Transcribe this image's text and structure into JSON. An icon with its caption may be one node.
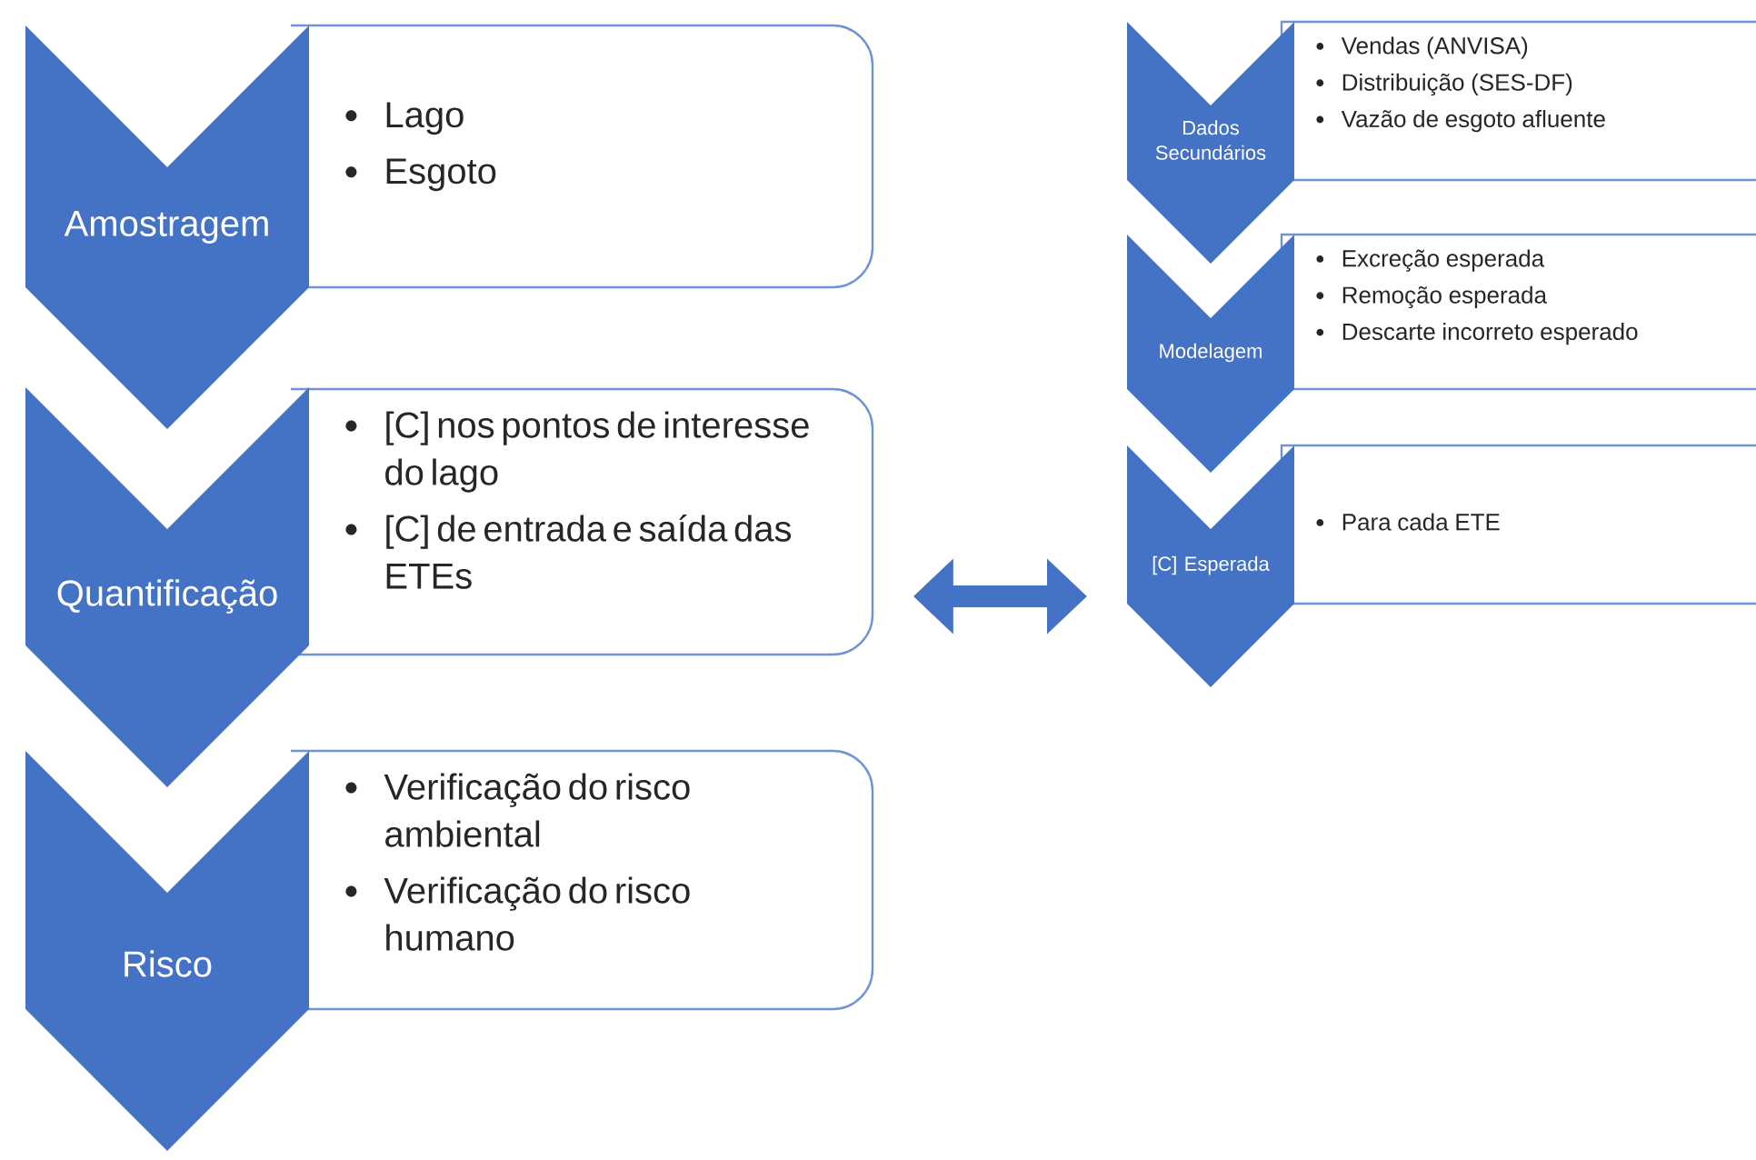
{
  "diagram": {
    "nodes": [
      {
        "text": [
          "Amostragem"
        ]
      },
      {
        "text": [
          "Lago",
          "Esgoto"
        ]
      },
      {
        "text": [
          "Quantificação"
        ]
      },
      {
        "text": [
          "[C] nos pontos de interesse do lago",
          "[C] de entrada e saída das ETEs"
        ]
      },
      {
        "text": [
          "Risco"
        ]
      },
      {
        "text": [
          "Verificação do risco ambiental",
          "Verificação do risco humano"
        ]
      },
      {
        "text": [
          "Dados Secundários"
        ]
      },
      {
        "text": [
          "Vendas (ANVISA)",
          "Distribuição (SES-DF)",
          "Vazão de esgoto afluente"
        ]
      },
      {
        "text": [
          "Modelagem"
        ]
      },
      {
        "text": [
          "Excreção esperada",
          "Remoção esperada",
          "Descarte incorreto esperado"
        ]
      },
      {
        "text": [
          "[C] Esperada"
        ]
      },
      {
        "text": [
          "Para cada ETE"
        ]
      }
    ],
    "edges": [
      {
        "from": 3,
        "to": 10,
        "arrow": "both"
      }
    ]
  }
}
